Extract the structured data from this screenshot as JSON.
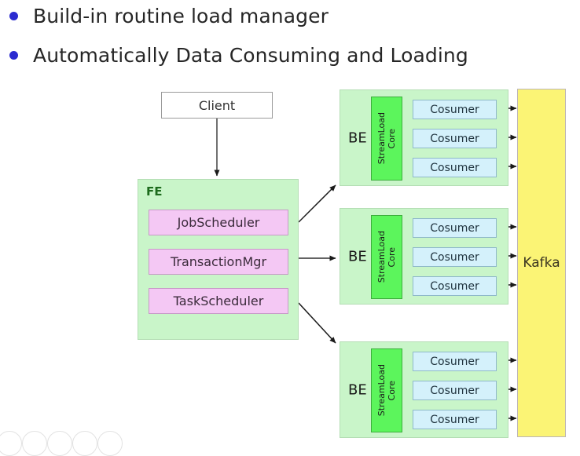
{
  "slide": {
    "background": "#ffffff",
    "bullets": [
      {
        "text": "Build-in routine load manager",
        "bullet_color": "#2b2bd0"
      },
      {
        "text": "Automatically Data Consuming and Loading",
        "bullet_color": "#2b2bd0"
      }
    ]
  },
  "diagram": {
    "type": "architecture-flow",
    "colors": {
      "client_fill": "#ffffff",
      "fe_fill": "#c9f5c9",
      "fe_item_fill": "#f4c8f4",
      "be_fill": "#c9f5c9",
      "streamload_fill": "#5cf55c",
      "consumer_fill": "#d4f1fb",
      "kafka_fill": "#fbf475",
      "arrow_color": "#000000",
      "fe_label_color": "#1d6b1d"
    },
    "client": {
      "label": "Client"
    },
    "fe": {
      "label": "FE",
      "items": [
        {
          "label": "JobScheduler"
        },
        {
          "label": "TransactionMgr"
        },
        {
          "label": "TaskScheduler"
        }
      ]
    },
    "be_nodes": [
      {
        "label": "BE",
        "streamload": {
          "line1": "StreamLoad",
          "line2": "Core"
        },
        "consumers": [
          {
            "label": "Cosumer"
          },
          {
            "label": "Cosumer"
          },
          {
            "label": "Cosumer"
          }
        ]
      },
      {
        "label": "BE",
        "streamload": {
          "line1": "StreamLoad",
          "line2": "Core"
        },
        "consumers": [
          {
            "label": "Cosumer"
          },
          {
            "label": "Cosumer"
          },
          {
            "label": "Cosumer"
          }
        ]
      },
      {
        "label": "BE",
        "streamload": {
          "line1": "StreamLoad",
          "line2": "Core"
        },
        "consumers": [
          {
            "label": "Cosumer"
          },
          {
            "label": "Cosumer"
          },
          {
            "label": "Cosumer"
          }
        ]
      }
    ],
    "kafka": {
      "label": "Kafka"
    }
  }
}
